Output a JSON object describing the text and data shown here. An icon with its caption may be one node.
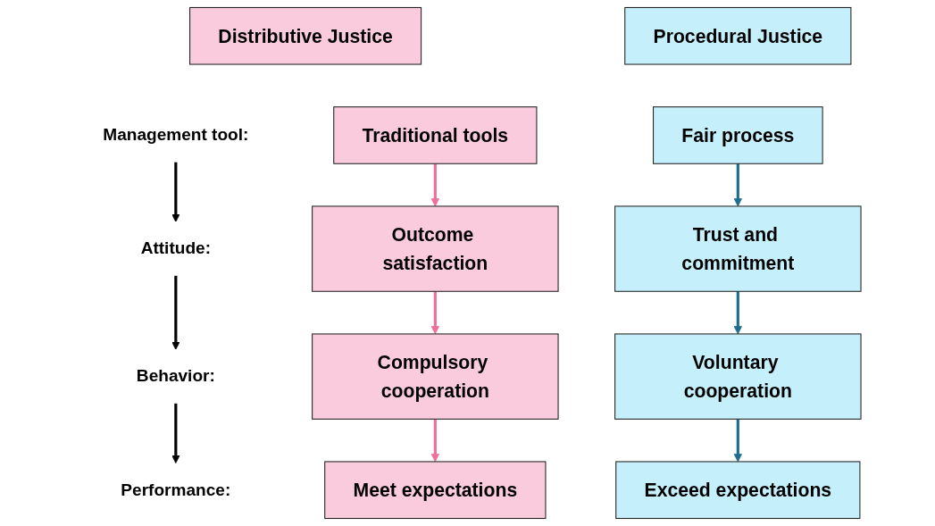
{
  "diagram": {
    "nodes": [
      {
        "text": [
          "Distributive Justice"
        ]
      },
      {
        "text": [
          "Procedural Justice"
        ]
      },
      {
        "text": [
          "Management tool:"
        ]
      },
      {
        "text": [
          "Traditional tools"
        ]
      },
      {
        "text": [
          "Fair process"
        ]
      },
      {
        "text": [
          "Attitude:"
        ]
      },
      {
        "text": [
          "Outcome satisfaction"
        ]
      },
      {
        "text": [
          "Trust and commitment"
        ]
      },
      {
        "text": [
          "Behavior:"
        ]
      },
      {
        "text": [
          "Compulsory cooperation"
        ]
      },
      {
        "text": [
          "Voluntary cooperation"
        ]
      },
      {
        "text": [
          "Performance:"
        ]
      },
      {
        "text": [
          "Meet expectations"
        ]
      },
      {
        "text": [
          "Exceed expectations"
        ]
      }
    ],
    "edges": [
      {
        "from": 2,
        "to": 5,
        "arrow": "to",
        "color": "#000000"
      },
      {
        "from": 5,
        "to": 8,
        "arrow": "to",
        "color": "#000000"
      },
      {
        "from": 8,
        "to": 11,
        "arrow": "to",
        "color": "#000000"
      },
      {
        "from": 3,
        "to": 6,
        "arrow": "to",
        "color": "#f06e9c"
      },
      {
        "from": 6,
        "to": 9,
        "arrow": "to",
        "color": "#f06e9c"
      },
      {
        "from": 9,
        "to": 12,
        "arrow": "to",
        "color": "#f06e9c"
      },
      {
        "from": 4,
        "to": 7,
        "arrow": "to",
        "color": "#1f6e8c"
      },
      {
        "from": 7,
        "to": 10,
        "arrow": "to",
        "color": "#1f6e8c"
      },
      {
        "from": 10,
        "to": 13,
        "arrow": "to",
        "color": "#1f6e8c"
      }
    ]
  }
}
